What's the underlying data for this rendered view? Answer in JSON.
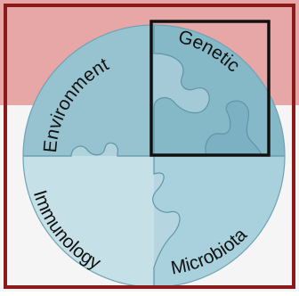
{
  "diagram": {
    "quadrants": [
      {
        "id": "environment",
        "label": "Environment"
      },
      {
        "id": "genetic",
        "label": "Genetic"
      },
      {
        "id": "immunology",
        "label": "Immunology"
      },
      {
        "id": "microbiota",
        "label": "Microbiota"
      }
    ],
    "colors": {
      "frame": "#8B1A1A",
      "background_band": "#E8A7A7",
      "background": "#F5F5F5",
      "environment_fill": "#97C3D0",
      "genetic_fill": "#86B9C8",
      "genetic_knob_fill": "#7BB1C2",
      "immunology_fill": "#C6E0E7",
      "microbiota_fill": "#A9D1DD",
      "seams": "#5F96A7",
      "highlight_box": "#111111",
      "label_text": "#111111"
    },
    "highlighted_quadrant": "genetic"
  }
}
